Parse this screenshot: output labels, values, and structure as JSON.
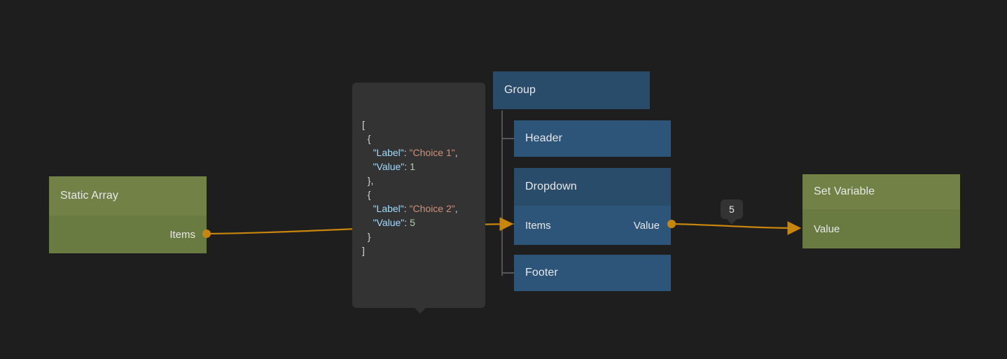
{
  "canvas": {
    "background": "#1e1e1e",
    "accent_edge_color": "#c8860d",
    "green_node_color": "#6a7b41",
    "blue_node_color": "#2d557a"
  },
  "nodes": {
    "static_array": {
      "title": "Static Array",
      "output_port_label": "Items"
    },
    "group": {
      "title": "Group",
      "children": [
        {
          "title": "Header"
        },
        {
          "title": "Dropdown",
          "input_port_label": "Items",
          "output_port_label": "Value"
        },
        {
          "title": "Footer"
        }
      ]
    },
    "set_variable": {
      "title": "Set Variable",
      "input_port_label": "Value"
    }
  },
  "tooltips": {
    "items_preview": {
      "lines": [
        "[",
        "  {",
        "    \"Label\": \"Choice 1\",",
        "    \"Value\": 1",
        "  },",
        "  {",
        "    \"Label\": \"Choice 2\",",
        "    \"Value\": 5",
        "  }",
        "]"
      ],
      "tokens": [
        [
          {
            "t": "[",
            "c": "punct"
          }
        ],
        [
          {
            "t": "  {",
            "c": "punct"
          }
        ],
        [
          {
            "t": "    ",
            "c": "punct"
          },
          {
            "t": "\"Label\"",
            "c": "key"
          },
          {
            "t": ": ",
            "c": "punct"
          },
          {
            "t": "\"Choice 1\"",
            "c": "str"
          },
          {
            "t": ",",
            "c": "punct"
          }
        ],
        [
          {
            "t": "    ",
            "c": "punct"
          },
          {
            "t": "\"Value\"",
            "c": "key"
          },
          {
            "t": ": ",
            "c": "punct"
          },
          {
            "t": "1",
            "c": "num"
          }
        ],
        [
          {
            "t": "  },",
            "c": "punct"
          }
        ],
        [
          {
            "t": "  {",
            "c": "punct"
          }
        ],
        [
          {
            "t": "    ",
            "c": "punct"
          },
          {
            "t": "\"Label\"",
            "c": "key"
          },
          {
            "t": ": ",
            "c": "punct"
          },
          {
            "t": "\"Choice 2\"",
            "c": "str"
          },
          {
            "t": ",",
            "c": "punct"
          }
        ],
        [
          {
            "t": "    ",
            "c": "punct"
          },
          {
            "t": "\"Value\"",
            "c": "key"
          },
          {
            "t": ": ",
            "c": "punct"
          },
          {
            "t": "5",
            "c": "num"
          }
        ],
        [
          {
            "t": "  }",
            "c": "punct"
          }
        ],
        [
          {
            "t": "]",
            "c": "punct"
          }
        ]
      ]
    },
    "value_badge": {
      "text": "5"
    }
  }
}
